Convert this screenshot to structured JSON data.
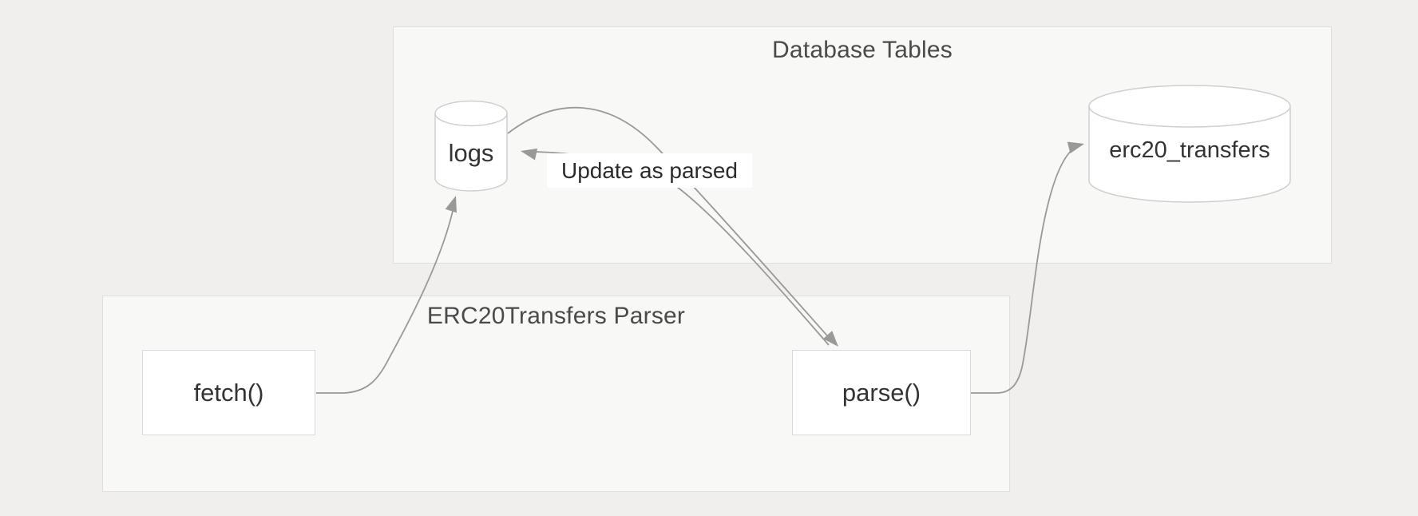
{
  "diagram": {
    "type": "flowchart",
    "containers": [
      {
        "id": "database-tables",
        "title": "Database Tables"
      },
      {
        "id": "erc20transfers-parser",
        "title": "ERC20Transfers Parser"
      }
    ],
    "nodes": [
      {
        "id": "logs",
        "label": "logs",
        "shape": "cylinder",
        "container": "database-tables"
      },
      {
        "id": "erc20_transfers",
        "label": "erc20_transfers",
        "shape": "cylinder",
        "container": "database-tables"
      },
      {
        "id": "fetch",
        "label": "fetch()",
        "shape": "rect",
        "container": "erc20transfers-parser"
      },
      {
        "id": "parse",
        "label": "parse()",
        "shape": "rect",
        "container": "erc20transfers-parser"
      }
    ],
    "edges": [
      {
        "from": "fetch",
        "to": "logs",
        "label": ""
      },
      {
        "from": "logs",
        "to": "parse",
        "label": ""
      },
      {
        "from": "parse",
        "to": "logs",
        "label": "Update as parsed"
      },
      {
        "from": "parse",
        "to": "erc20_transfers",
        "label": ""
      }
    ],
    "colors": {
      "page_bg": "#f0efed",
      "container_bg": "#f8f8f7",
      "container_border": "#e0dfdc",
      "node_bg": "#ffffff",
      "node_border": "#d9d9d9",
      "cylinder_border": "#cfcfcd",
      "edge": "#999999",
      "node_text": "#333333",
      "title_text": "#4a4a4a",
      "label_text": "#2b2b2b",
      "label_bg": "#ffffff"
    }
  }
}
